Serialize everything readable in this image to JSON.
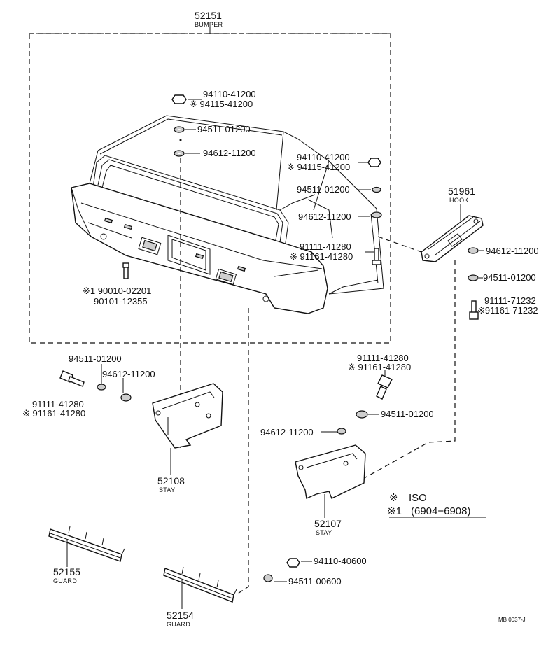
{
  "bumper": {
    "number": "52151",
    "caption": "BUMPER"
  },
  "hook": {
    "number": "51961",
    "caption": "HOOK"
  },
  "stay_left": {
    "number": "52108",
    "caption": "STAY"
  },
  "stay_right": {
    "number": "52107",
    "caption": "STAY"
  },
  "guard_left": {
    "number": "52155",
    "caption": "GUARD"
  },
  "guard_right": {
    "number": "52154",
    "caption": "GUARD"
  },
  "labels": {
    "nut_top_1": "94110-41200",
    "nut_top_2": "※ 94115-41200",
    "washer_top_1": "94511-01200",
    "washer_top_2": "94612-11200",
    "nut_right_1": "94110-41200",
    "nut_right_2": "※ 94115-41200",
    "washer_right_1": "94511-01200",
    "washer_right_2": "94612-11200",
    "bolt_right_1": "91111-41280",
    "bolt_right_2": "※ 91161-41280",
    "bolt_center_1": "※1 90010-02201",
    "bolt_center_2": "90101-12355",
    "hook_washer_1": "94612-11200",
    "hook_washer_2": "94511-01200",
    "hook_bolt_1": "91111-71232",
    "hook_bolt_2": "※91161-71232",
    "left_washer_1": "94511-01200",
    "left_washer_2": "94612-11200",
    "left_bolt_1": "91111-41280",
    "left_bolt_2": "※ 91161-41280",
    "right_bolt_1": "91111-41280",
    "right_bolt_2": "※ 91161-41280",
    "right_washer_1": "94511-01200",
    "right_washer_2": "94612-11200",
    "guard_nut_1": "94110-40600",
    "guard_nut_2": "94511-00600"
  },
  "legend": {
    "iso_mark": "※",
    "iso_text": "ISO",
    "range_mark": "※1",
    "range_text": "(6904−6908)"
  },
  "code": "MB 0037-J"
}
